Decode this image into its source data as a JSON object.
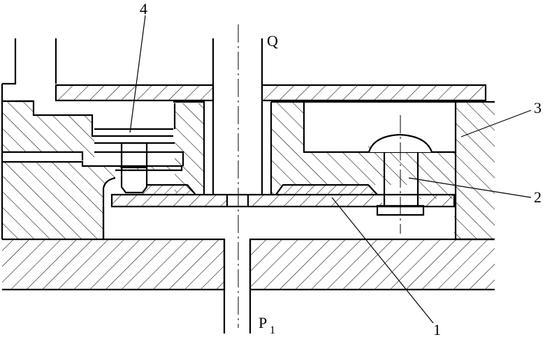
{
  "labels": {
    "part1": "1",
    "part2": "2",
    "part3": "3",
    "part4": "4",
    "outlet": "Q",
    "inlet_p": "P",
    "inlet_sub": "1"
  },
  "colors": {
    "line": "#000000",
    "background": "#ffffff"
  }
}
